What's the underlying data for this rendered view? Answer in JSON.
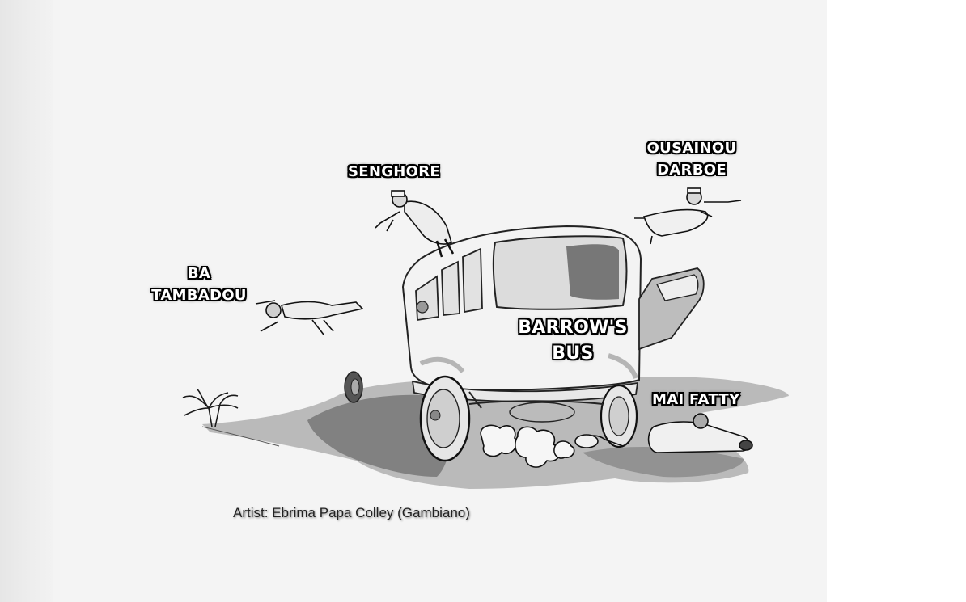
{
  "labels": {
    "senghore": "SENGHORE",
    "ousainou_line1": "OUSAINOU",
    "ousainou_line2": "DARBOE",
    "ba_line1": "BA",
    "ba_line2": "TAMBADOU",
    "bus_line1": "BARROW'S",
    "bus_line2": "BUS",
    "mai_fatty": "MAI FATTY"
  },
  "credit": "Artist: Ebrima Papa Colley (Gambiano)",
  "colors": {
    "paper": "#f4f4f4",
    "ink": "#222222",
    "ground": "#7a7a7a",
    "label_text": "#ffffff",
    "label_outline": "#000000"
  }
}
